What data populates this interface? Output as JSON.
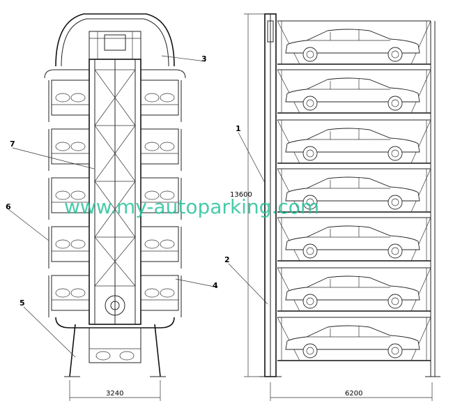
{
  "callouts": {
    "c1": "1",
    "c2": "2",
    "c3": "3",
    "c4": "4",
    "c5": "5",
    "c6": "6",
    "c7": "7"
  },
  "dimensions": {
    "front_width": "3240",
    "side_width": "6200",
    "height": "13600"
  },
  "watermark": "www.my-autoparking.com",
  "colors": {
    "line": "#222222",
    "watermark": "#27c29a",
    "background": "#ffffff"
  }
}
